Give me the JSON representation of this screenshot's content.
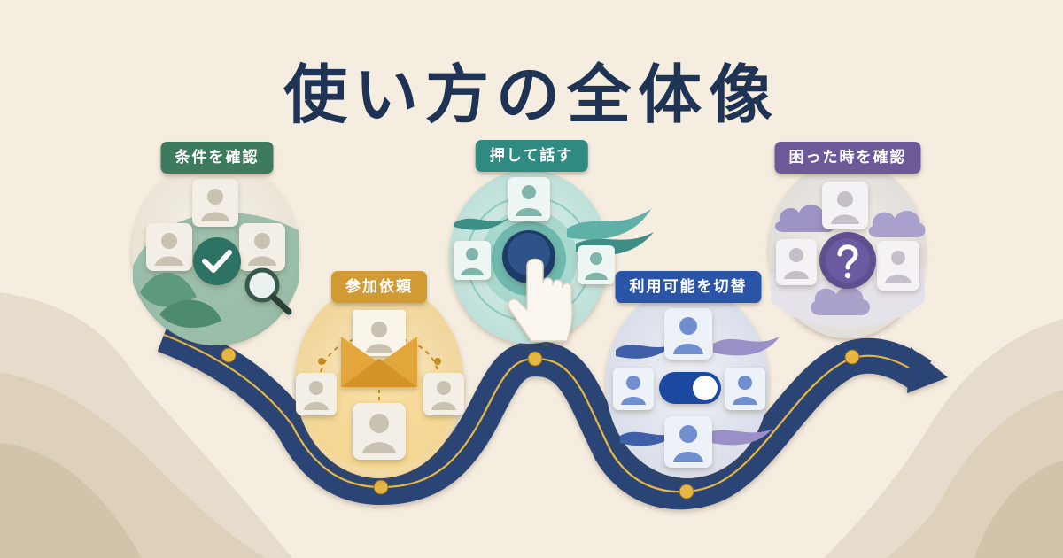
{
  "title": "使い方の全体像",
  "steps": [
    {
      "label": "条件を確認",
      "color": "#3d7a5e",
      "icon": "checkmark-icon"
    },
    {
      "label": "参加依頼",
      "color": "#d29a33",
      "icon": "envelope-icon"
    },
    {
      "label": "押して話す",
      "color": "#2f8a82",
      "icon": "push-button-icon"
    },
    {
      "label": "利用可能を切替",
      "color": "#2a54a8",
      "icon": "toggle-switch-icon"
    },
    {
      "label": "困った時を確認",
      "color": "#6c5a98",
      "icon": "question-mark-icon"
    }
  ],
  "colors": {
    "background": "#f5ede0",
    "title": "#1f3454",
    "road": "#2c4574",
    "road_line": "#e7b744"
  }
}
